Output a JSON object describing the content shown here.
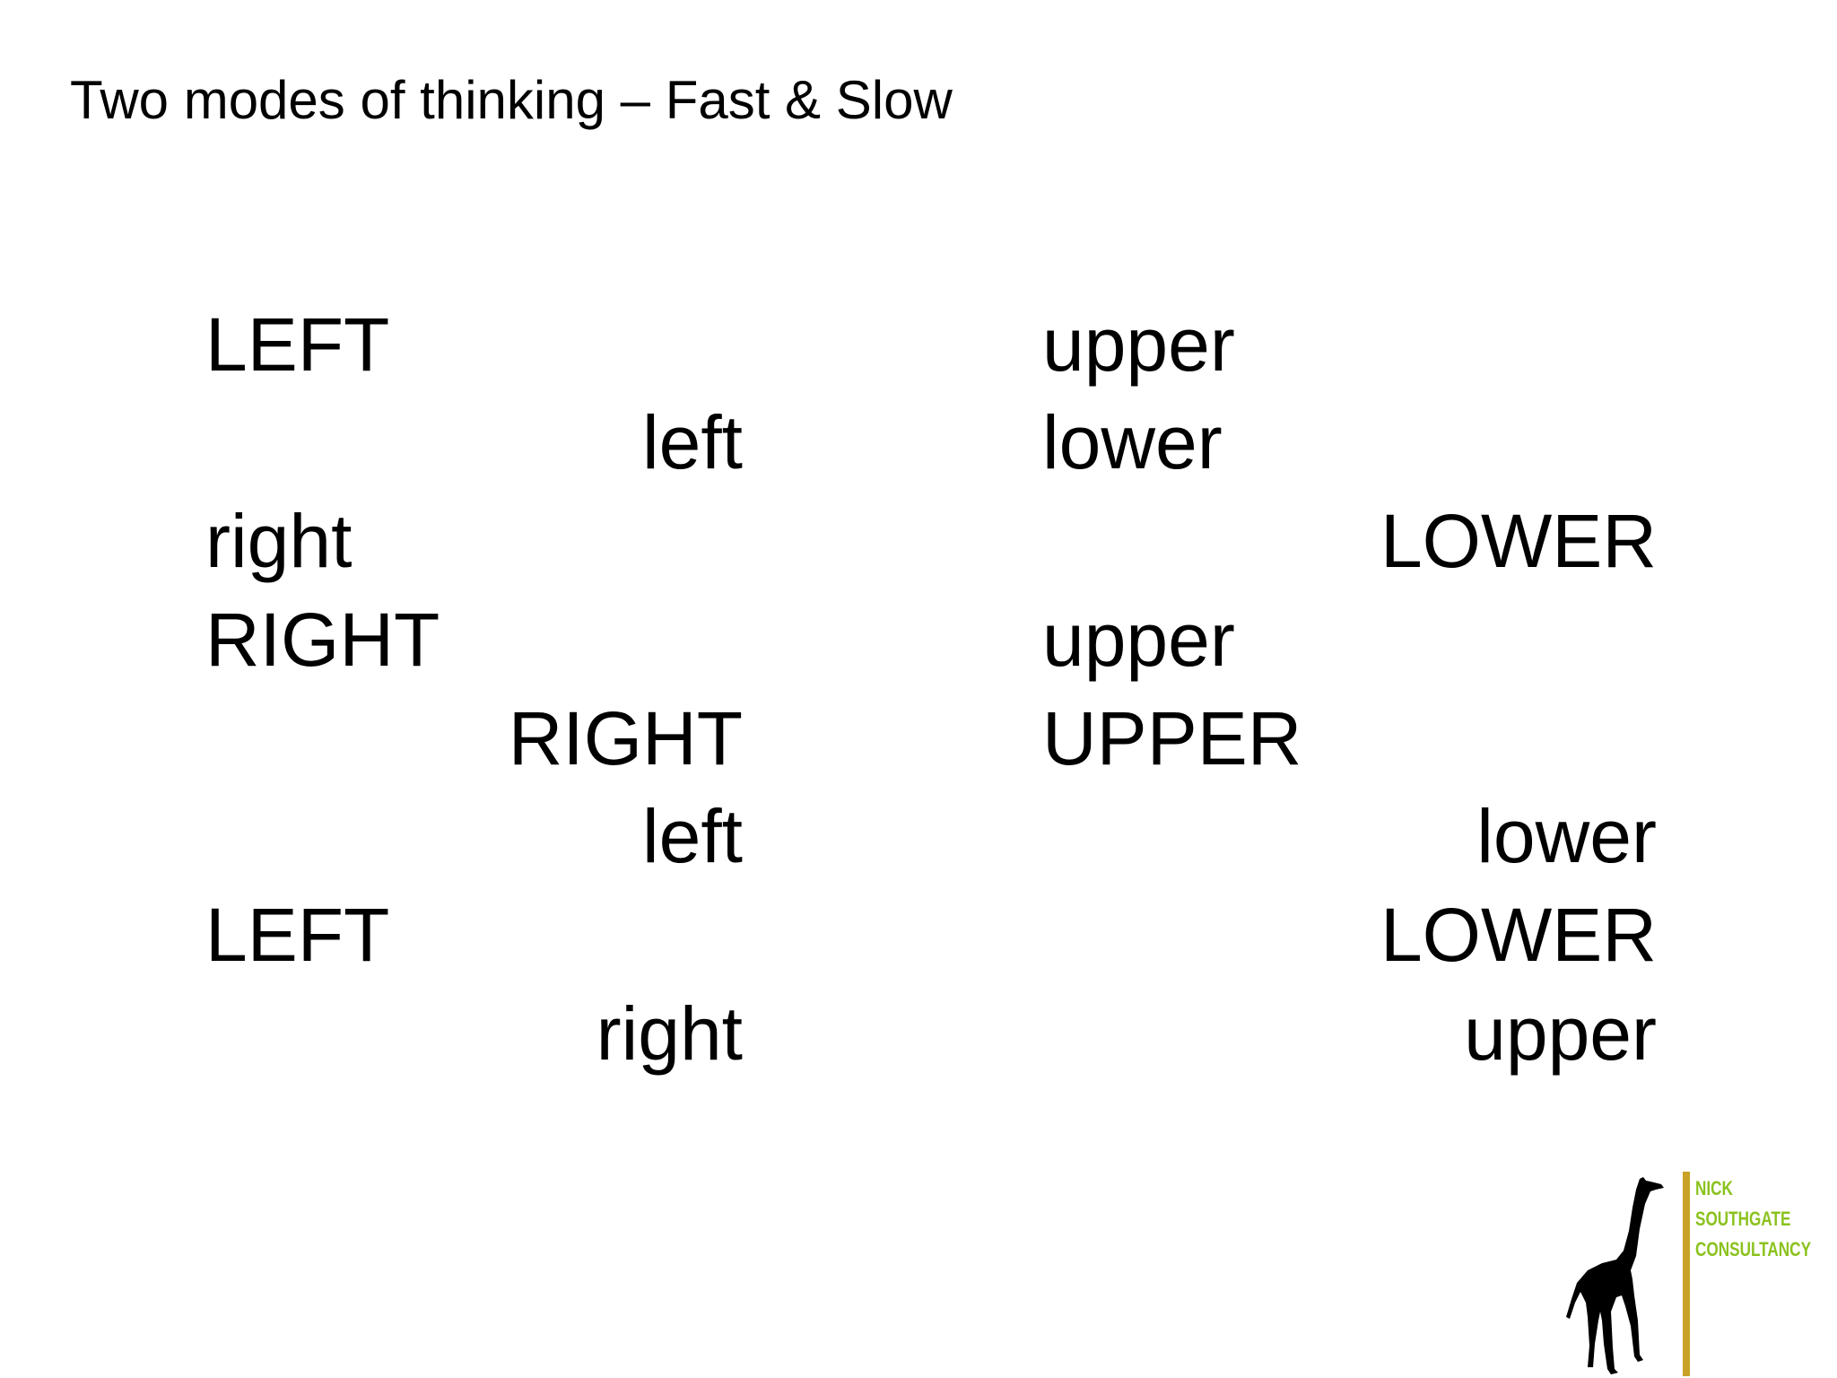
{
  "slide": {
    "title": "Two modes of thinking – Fast & Slow"
  },
  "left_column": [
    "LEFT",
    "left",
    "right",
    "RIGHT",
    "RIGHT",
    "left",
    "LEFT",
    "right"
  ],
  "right_column": [
    "upper",
    "lower",
    "LOWER",
    "upper",
    "UPPER",
    "lower",
    "LOWER",
    "upper"
  ],
  "logo": {
    "line1": "NICK",
    "line2": "SOUTHGATE",
    "line3": "CONSULTANCY",
    "text_color": "#8bc21e",
    "bar_color": "#c9a227",
    "icon": "giraffe-silhouette"
  }
}
